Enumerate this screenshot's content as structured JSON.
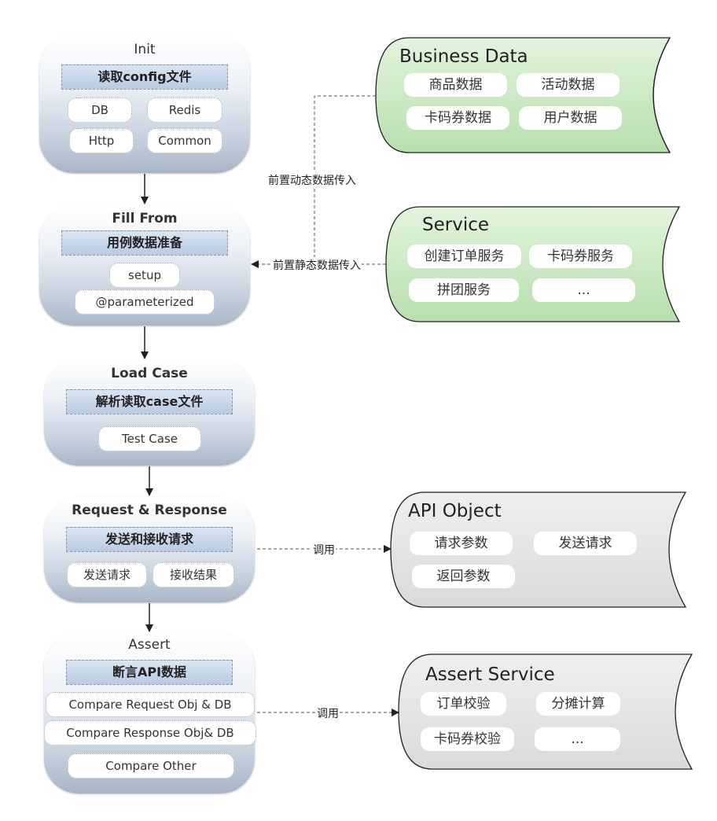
{
  "stages": {
    "init": {
      "title": "Init",
      "banner": "读取config文件",
      "pills": [
        "DB",
        "Redis",
        "Http",
        "Common"
      ]
    },
    "fill": {
      "title": "Fill From",
      "banner": "用例数据准备",
      "pills": [
        "setup",
        "@parameterized"
      ]
    },
    "load": {
      "title": "Load Case",
      "banner": "解析读取case文件",
      "pills": [
        "Test Case"
      ]
    },
    "request": {
      "title": "Request & Response",
      "banner": "发送和接收请求",
      "pills": [
        "发送请求",
        "接收结果"
      ]
    },
    "assert": {
      "title": "Assert",
      "banner": "断言API数据",
      "pills": [
        "Compare Request Obj & DB",
        "Compare Response Obj& DB",
        "Compare Other"
      ]
    }
  },
  "stores": {
    "business": {
      "title": "Business Data",
      "items": [
        "商品数据",
        "活动数据",
        "卡码券数据",
        "用户数据"
      ]
    },
    "service": {
      "title": "Service",
      "items": [
        "创建订单服务",
        "卡码券服务",
        "拼团服务",
        "..."
      ]
    },
    "api": {
      "title": "API Object",
      "items": [
        "请求参数",
        "发送请求",
        "返回参数"
      ]
    },
    "assert_service": {
      "title": "Assert Service",
      "items": [
        "订单校验",
        "分摊计算",
        "卡码券校验",
        "..."
      ]
    }
  },
  "links": {
    "dynamic": "前置动态数据传入",
    "static": "前置静态数据传入",
    "call_api": "调用",
    "call_assert": "调用"
  },
  "colors": {
    "green_store": "#c9e8c1",
    "gray_store": "#e6e6e6",
    "stage_top": "#ffffff",
    "stage_bottom": "#a7b5c6",
    "banner": "#b9cbe0"
  }
}
